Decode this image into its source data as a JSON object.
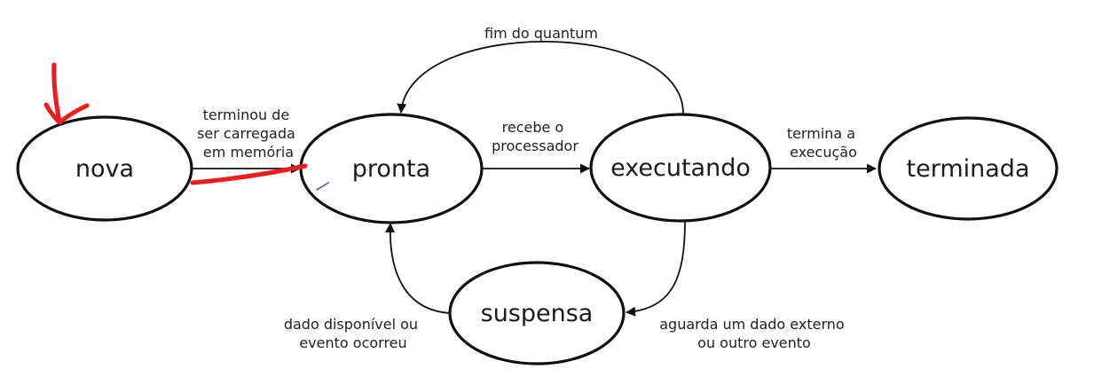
{
  "states": {
    "nova": "nova",
    "pronta": "pronta",
    "executando": "executando",
    "terminada": "terminada",
    "suspensa": "suspensa"
  },
  "transitions": {
    "nova_pronta": [
      "terminou de",
      "ser carregada",
      "em memória"
    ],
    "pronta_executando": [
      "recebe o",
      "processador"
    ],
    "executando_terminada": [
      "termina a",
      "execução"
    ],
    "executando_pronta": [
      "fim do quantum"
    ],
    "executando_suspensa": [
      "aguarda um dado externo",
      "ou outro evento"
    ],
    "suspensa_pronta": [
      "dado disponível ou",
      "evento ocorreu"
    ]
  },
  "colors": {
    "annotation": "#ee1c1c",
    "stroke": "#111111"
  }
}
